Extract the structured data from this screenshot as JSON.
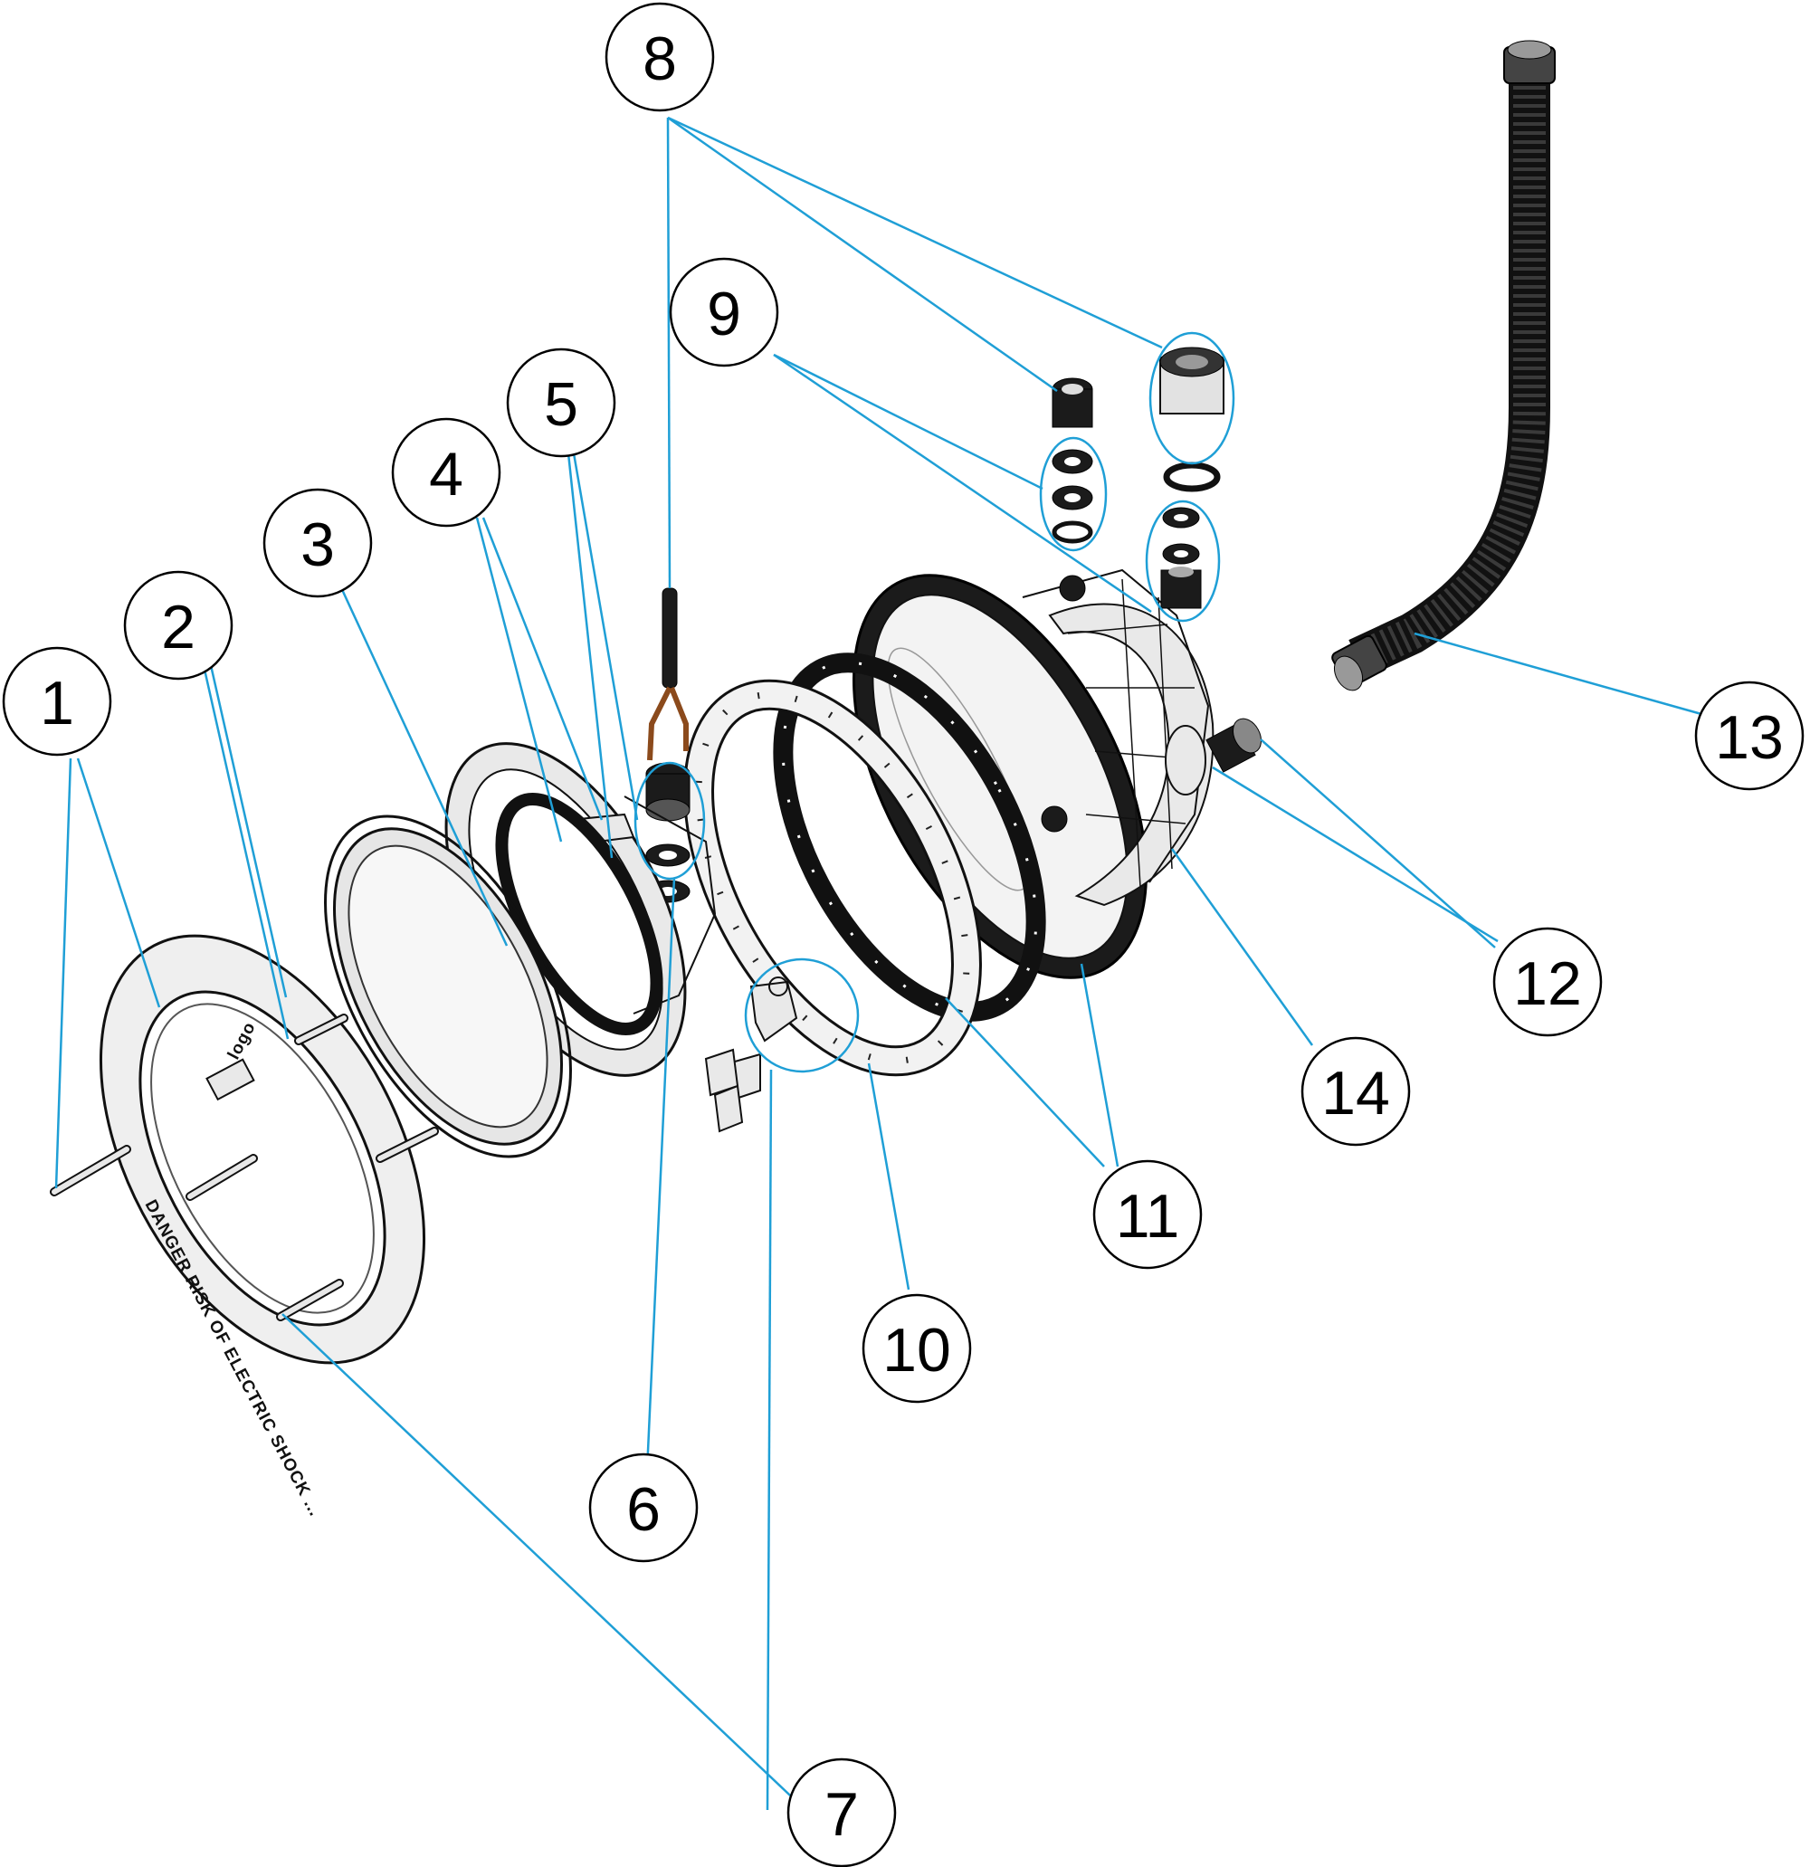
{
  "diagram": {
    "type": "exploded-assembly",
    "line_color": "#1f9fd6",
    "callouts": [
      {
        "id": "1",
        "label": "1"
      },
      {
        "id": "2",
        "label": "2"
      },
      {
        "id": "3",
        "label": "3"
      },
      {
        "id": "4",
        "label": "4"
      },
      {
        "id": "5",
        "label": "5"
      },
      {
        "id": "6",
        "label": "6"
      },
      {
        "id": "7",
        "label": "7"
      },
      {
        "id": "8",
        "label": "8"
      },
      {
        "id": "9",
        "label": "9"
      },
      {
        "id": "10",
        "label": "10"
      },
      {
        "id": "11",
        "label": "11"
      },
      {
        "id": "12",
        "label": "12"
      },
      {
        "id": "13",
        "label": "13"
      },
      {
        "id": "14",
        "label": "14"
      }
    ],
    "ring_engraving": "DANGER RISK OF ELECTRIC SHOCK ...",
    "logo_mark": "logo"
  }
}
